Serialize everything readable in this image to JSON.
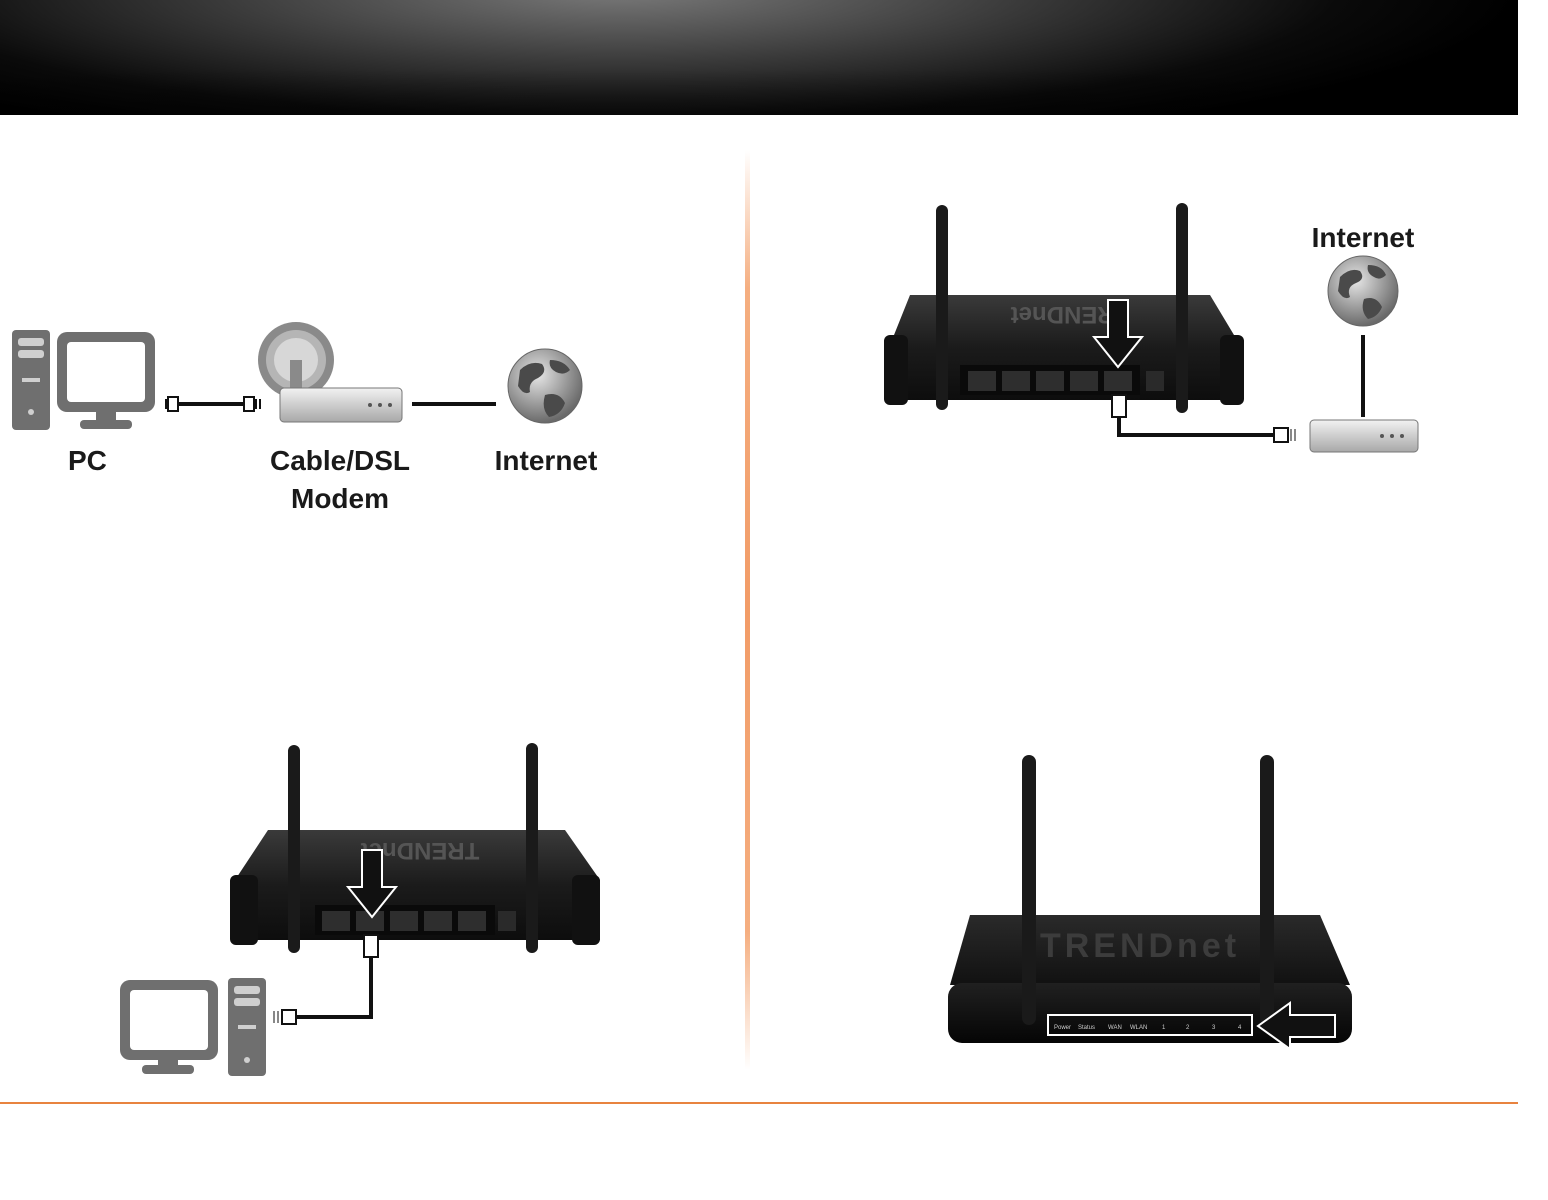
{
  "figure1": {
    "pc_label": "PC",
    "modem_label_line1": "Cable/DSL",
    "modem_label_line2": "Modem",
    "internet_label": "Internet"
  },
  "figure2": {
    "internet_label": "Internet",
    "router_brand": "TRENDnet"
  },
  "figure3": {
    "router_brand": "TRENDnet"
  },
  "figure4": {
    "router_brand": "TRENDnet",
    "led_labels": [
      "Power",
      "Status",
      "WAN",
      "WLAN",
      "1",
      "2",
      "3",
      "4"
    ]
  },
  "colors": {
    "accent": "#e8833f",
    "icon_gray": "#707070",
    "router_black": "#1c1c1c"
  }
}
